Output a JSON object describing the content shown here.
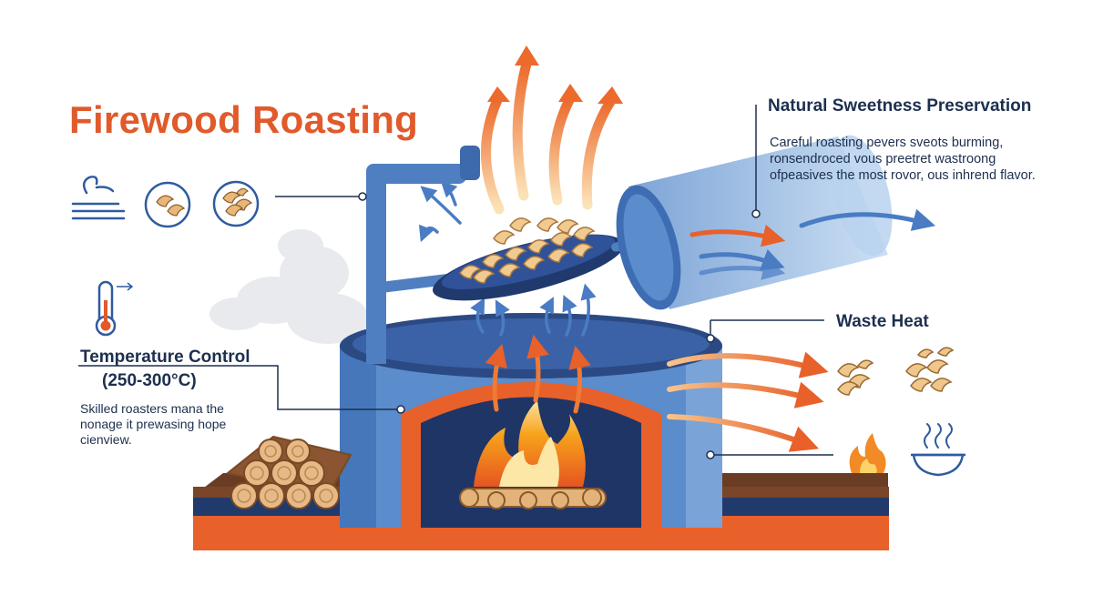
{
  "title": "Firewood Roasting",
  "sweetness": {
    "heading": "Natural Sweetness Preservation",
    "lines": [
      "Careful roasting pevers sveots burming,",
      "ronsendroced vous preetret wastroong",
      "ofpeasives the most rovor, ous inhrend flavor."
    ]
  },
  "temperature": {
    "heading": "Temperature Control",
    "range": "(250-300°C)",
    "lines": [
      "Skilled roasters mana the",
      "nonage it prewasing hope",
      "cienview."
    ]
  },
  "waste_heat": {
    "heading": "Waste Heat"
  },
  "icons": [
    "wind-heat-icon",
    "cashew-icon",
    "cashew-cluster-icon",
    "thermometer-icon",
    "cashew-icon",
    "cashew-cluster-icon",
    "fire-icon",
    "steaming-bowl-icon"
  ],
  "colors": {
    "accent_orange": "#e05a2b",
    "navy": "#1d2f4f",
    "steel_blue": "#4f7fc0",
    "light_blue": "#a9c6e8"
  }
}
